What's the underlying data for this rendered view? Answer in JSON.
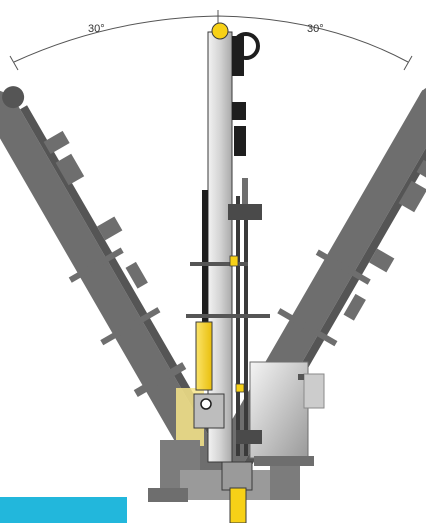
{
  "angles": {
    "left_label": "30°",
    "right_label": "30°",
    "left_degrees": -30,
    "right_degrees": 30
  },
  "colors": {
    "mast_ghost": "#6e6e6e",
    "mast_ghost_dark": "#555555",
    "mast_front": "#d8d8d8",
    "mast_outline": "#3a3a3a",
    "dark_part": "#1e1e1e",
    "accent_yellow": "#f7d117",
    "accent_blue": "#22b7dc",
    "arc_line": "#555555"
  }
}
